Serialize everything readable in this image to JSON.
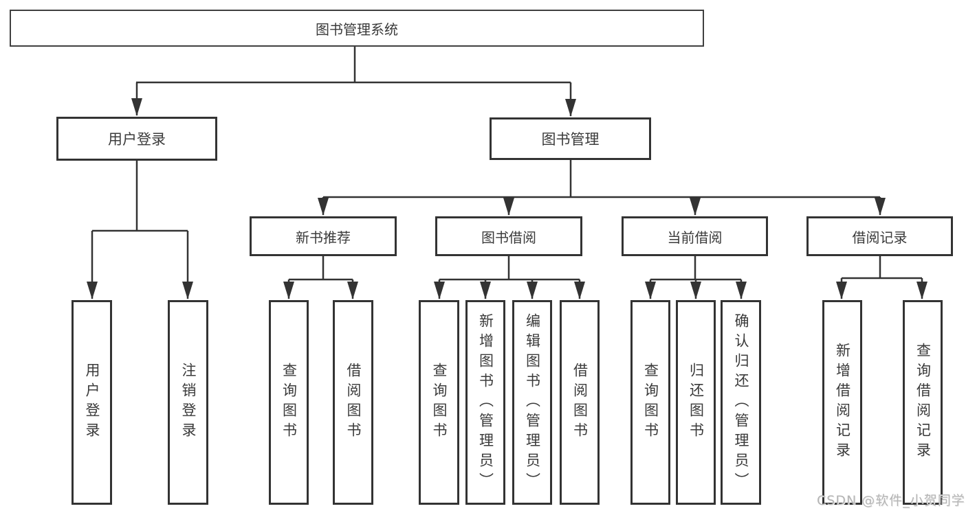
{
  "colors": {
    "line": "#333333",
    "box_border": "#333333",
    "text": "#3a3a3a",
    "background": "#ffffff",
    "watermark": "#b5b5b5"
  },
  "tree": {
    "label": "图书管理系统",
    "children": [
      {
        "label": "用户登录",
        "children": [
          {
            "label": "用户登录"
          },
          {
            "label": "注销登录"
          }
        ]
      },
      {
        "label": "图书管理",
        "children": [
          {
            "label": "新书推荐",
            "children": [
              {
                "label": "查询图书"
              },
              {
                "label": "借阅图书"
              }
            ]
          },
          {
            "label": "图书借阅",
            "children": [
              {
                "label": "查询图书"
              },
              {
                "label": "新增图书（管理员）"
              },
              {
                "label": "编辑图书（管理员）"
              },
              {
                "label": "借阅图书"
              }
            ]
          },
          {
            "label": "当前借阅",
            "children": [
              {
                "label": "查询图书"
              },
              {
                "label": "归还图书"
              },
              {
                "label": "确认归还（管理员）"
              }
            ]
          },
          {
            "label": "借阅记录",
            "children": [
              {
                "label": "新增借阅记录"
              },
              {
                "label": "查询借阅记录"
              }
            ]
          }
        ]
      }
    ]
  },
  "watermark": {
    "text": "CSDN @软件_小贺同学"
  }
}
